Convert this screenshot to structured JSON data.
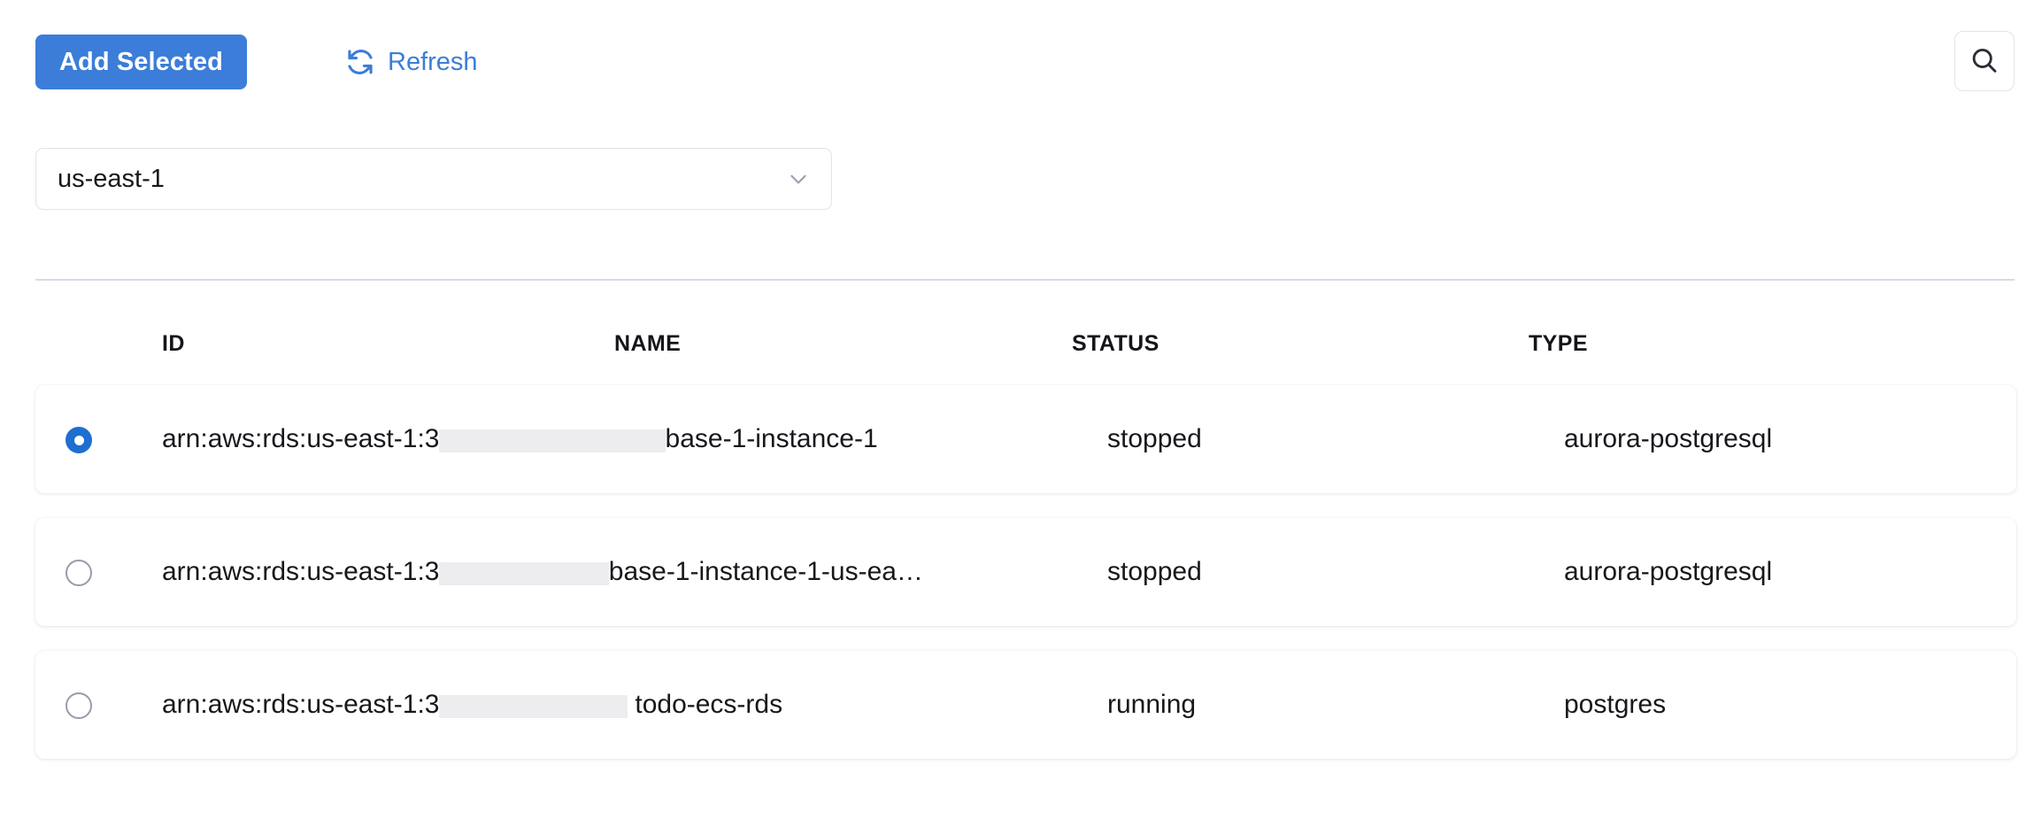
{
  "toolbar": {
    "add_selected_label": "Add Selected",
    "refresh_label": "Refresh",
    "refresh_icon": "refresh-icon",
    "search_icon": "search-icon",
    "accent_color": "#3b7dd8"
  },
  "region_select": {
    "value": "us-east-1",
    "chevron_icon": "chevron-down-icon"
  },
  "table": {
    "columns": [
      "ID",
      "NAME",
      "STATUS",
      "TYPE"
    ],
    "rows": [
      {
        "selected": true,
        "radio_icon": "radio-selected-icon",
        "arn_prefix": "arn:aws:rds:us-east-1:3",
        "arn_redacted": "████████████",
        "arn_suffix": "base-1-instance-1",
        "status": "stopped",
        "type": "aurora-postgresql"
      },
      {
        "selected": false,
        "radio_icon": "radio-unselected-icon",
        "arn_prefix": "arn:aws:rds:us-east-1:3",
        "arn_redacted": "█████████",
        "arn_suffix": "base-1-instance-1-us-ea…",
        "status": "stopped",
        "type": "aurora-postgresql"
      },
      {
        "selected": false,
        "radio_icon": "radio-unselected-icon",
        "arn_prefix": "arn:aws:rds:us-east-1:3",
        "arn_redacted": "██████████",
        "arn_suffix": " todo-ecs-rds",
        "status": "running",
        "type": "postgres"
      }
    ]
  }
}
